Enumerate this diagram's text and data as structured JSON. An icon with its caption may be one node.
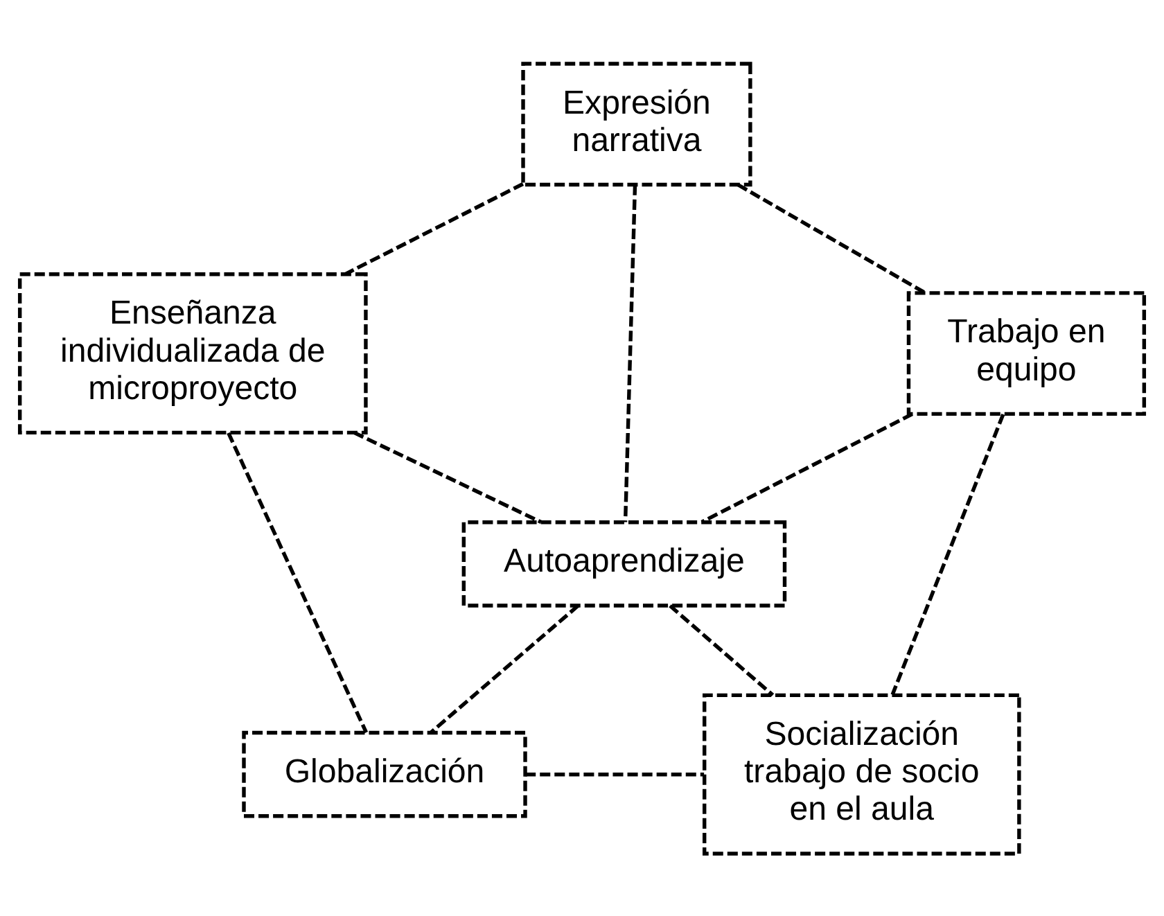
{
  "diagram": {
    "nodes": [
      {
        "text": [
          "Expresión narrativa"
        ]
      },
      {
        "text": [
          "Enseñanza individualizada de microproyecto"
        ]
      },
      {
        "text": [
          "Trabajo en equipo"
        ]
      },
      {
        "text": [
          "Autoaprendizaje"
        ]
      },
      {
        "text": [
          "Globalización"
        ]
      },
      {
        "text": [
          "Socialización trabajo de socio en el aula"
        ]
      }
    ],
    "edges": [
      {
        "from": 0,
        "to": 1,
        "arrow": "none",
        "style": "dashed"
      },
      {
        "from": 0,
        "to": 2,
        "arrow": "none",
        "style": "dashed"
      },
      {
        "from": 0,
        "to": 3,
        "arrow": "none",
        "style": "dashed"
      },
      {
        "from": 1,
        "to": 3,
        "arrow": "none",
        "style": "dashed"
      },
      {
        "from": 2,
        "to": 3,
        "arrow": "none",
        "style": "dashed"
      },
      {
        "from": 1,
        "to": 4,
        "arrow": "none",
        "style": "dashed"
      },
      {
        "from": 2,
        "to": 5,
        "arrow": "none",
        "style": "dashed"
      },
      {
        "from": 3,
        "to": 4,
        "arrow": "none",
        "style": "dashed"
      },
      {
        "from": 3,
        "to": 5,
        "arrow": "none",
        "style": "dashed"
      },
      {
        "from": 4,
        "to": 5,
        "arrow": "none",
        "style": "dashed"
      }
    ]
  }
}
